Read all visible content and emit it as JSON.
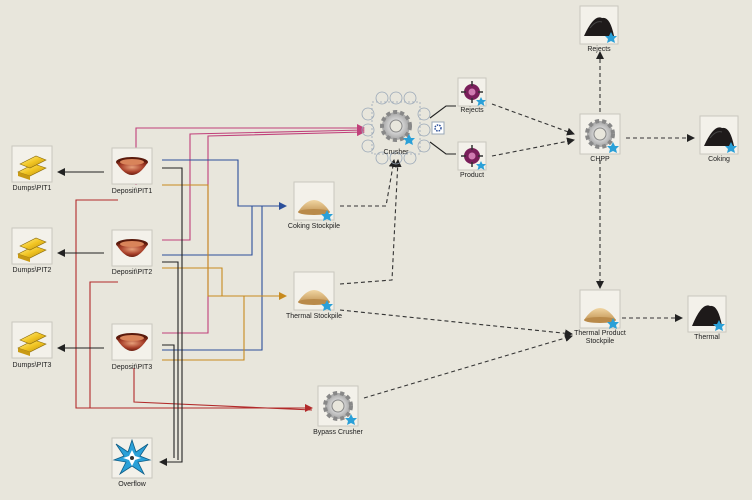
{
  "nodes": {
    "dump1": {
      "label": "Dumps\\PIT1",
      "icon": "gold-bars-icon"
    },
    "dump2": {
      "label": "Dumps\\PIT2",
      "icon": "gold-bars-icon"
    },
    "dump3": {
      "label": "Dumps\\PIT3",
      "icon": "gold-bars-icon"
    },
    "pit1": {
      "label": "Deposit\\PIT1",
      "icon": "pit-bowl-icon"
    },
    "pit2": {
      "label": "Deposit\\PIT2",
      "icon": "pit-bowl-icon"
    },
    "pit3": {
      "label": "Deposit\\PIT3",
      "icon": "pit-bowl-icon"
    },
    "overflow": {
      "label": "Overflow",
      "icon": "starburst-icon"
    },
    "coking_sp": {
      "label": "Coking Stockpile",
      "icon": "sand-pile-icon"
    },
    "thermal_sp": {
      "label": "Thermal Stockpile",
      "icon": "sand-pile-icon"
    },
    "bypass": {
      "label": "Bypass Crusher",
      "icon": "gear-icon"
    },
    "crusher": {
      "label": "Crusher",
      "icon": "gear-icon"
    },
    "rejects1": {
      "label": "Rejects",
      "icon": "split-icon"
    },
    "product": {
      "label": "Product",
      "icon": "split-icon"
    },
    "chpp": {
      "label": "CHPP",
      "icon": "gear-icon"
    },
    "rejects2": {
      "label": "Rejects",
      "icon": "coal-pile-icon"
    },
    "coking": {
      "label": "Coking",
      "icon": "coal-pile-icon"
    },
    "tps": {
      "label": "Thermal Product Stockpile",
      "icon": "sand-pile-icon"
    },
    "thermal": {
      "label": "Thermal",
      "icon": "coal-pile-icon"
    }
  },
  "colors": {
    "background": "#e8e6dc",
    "crusher_route": "#c0407a",
    "coking_route": "#2b4f9a",
    "thermal_route": "#c78a1e",
    "bypass_route": "#b22a2a",
    "overflow_route": "#222222",
    "dump_route": "#222222",
    "process_link": "#333333"
  }
}
